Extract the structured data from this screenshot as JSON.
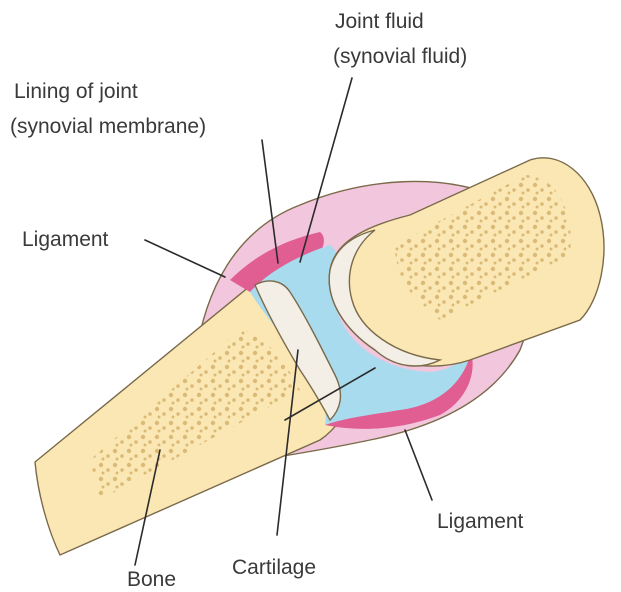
{
  "labels": {
    "joint_fluid": {
      "line1": "Joint fluid",
      "line2": "(synovial fluid)"
    },
    "lining": {
      "line1": "Lining of joint",
      "line2": "(synovial membrane)"
    },
    "ligament_left": "Ligament",
    "ligament_right": "Ligament",
    "cartilage": "Cartilage",
    "bone": "Bone"
  },
  "colors": {
    "bone": "#fbe7b4",
    "bone_dots": "#d7b570",
    "capsule": "#f2c6dc",
    "synovial_membrane": "#e05e92",
    "fluid": "#a9dbef",
    "cartilage": "#f4efe6"
  }
}
